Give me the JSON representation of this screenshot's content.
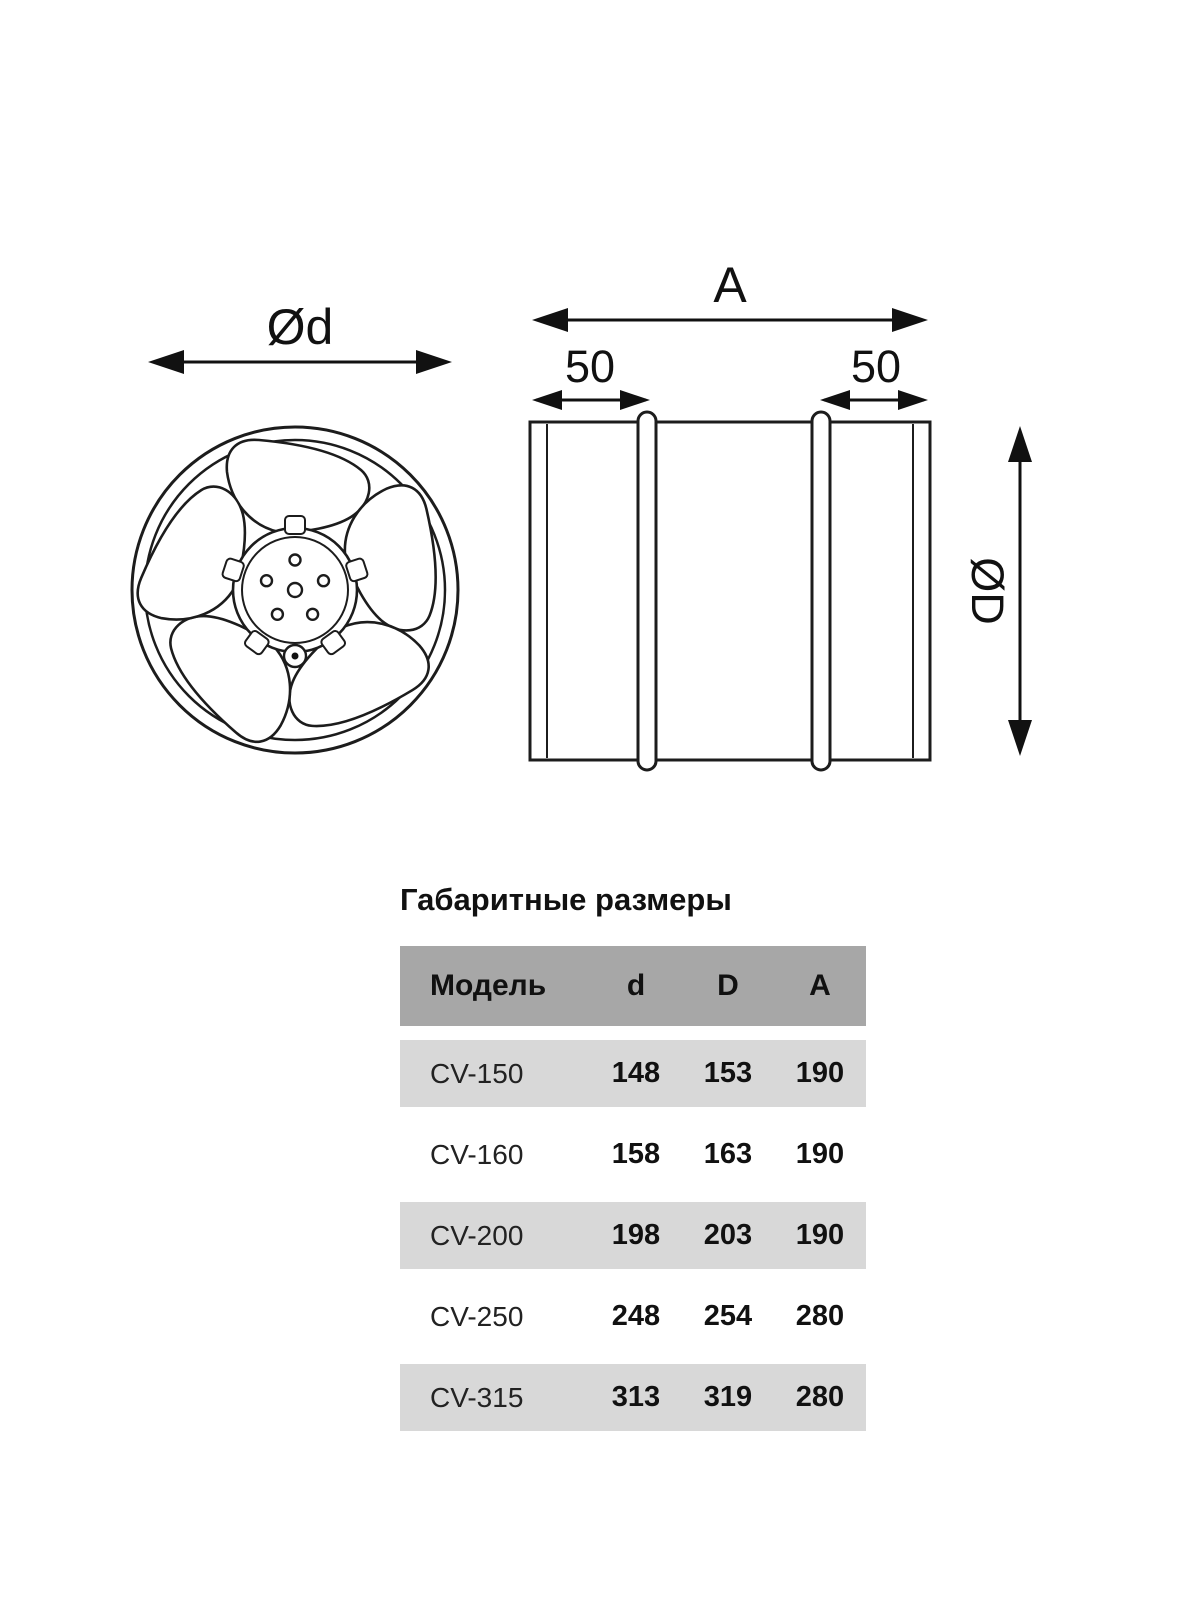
{
  "drawing": {
    "front_view": {
      "diameter_label": "Ød"
    },
    "side_view": {
      "length_label": "A",
      "flange_left_label": "50",
      "flange_right_label": "50",
      "diameter_label": "ØD"
    }
  },
  "table": {
    "title": "Габаритные размеры",
    "headers": {
      "model": "Модель",
      "d": "d",
      "D": "D",
      "A": "A"
    },
    "rows": [
      {
        "model": "CV-150",
        "d": "148",
        "D": "153",
        "A": "190"
      },
      {
        "model": "CV-160",
        "d": "158",
        "D": "163",
        "A": "190"
      },
      {
        "model": "CV-200",
        "d": "198",
        "D": "203",
        "A": "190"
      },
      {
        "model": "CV-250",
        "d": "248",
        "D": "254",
        "A": "280"
      },
      {
        "model": "CV-315",
        "d": "313",
        "D": "319",
        "A": "280"
      }
    ],
    "colors": {
      "header_bg": "#a7a7a7",
      "row_alt_bg": "#d8d8d8",
      "row_bg": "#ffffff"
    }
  }
}
